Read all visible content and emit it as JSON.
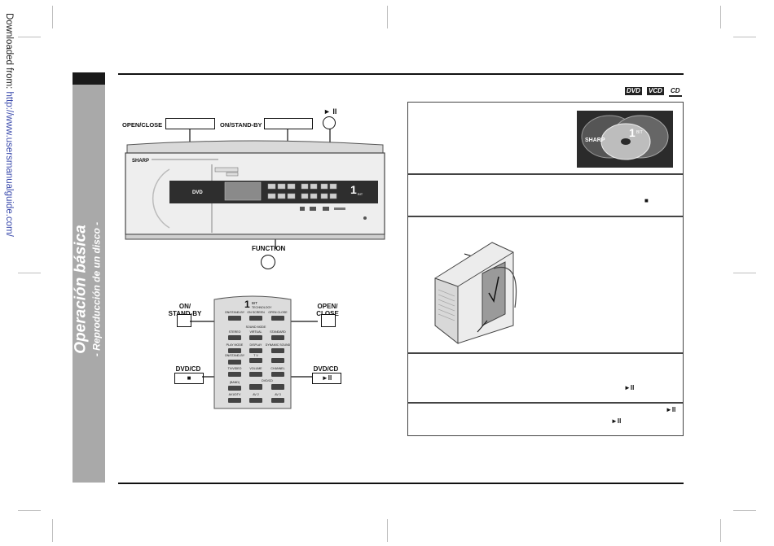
{
  "sidebar": {
    "download_prefix": "Downloaded from: ",
    "download_url": "http://www.usersmanualguide.com/"
  },
  "section": {
    "title": "Operación básica",
    "subtitle": "- Reproducción de un disco -"
  },
  "disc_badges": [
    "DVD",
    "VCD",
    "CD"
  ],
  "front_panel": {
    "open_close_label": "OPEN/CLOSE",
    "on_standby_label": "ON/STAND-BY",
    "play_pause_symbol": "► II",
    "function_label": "FUNCTION",
    "brand": "SHARP",
    "dvd_logo": "DVD"
  },
  "remote": {
    "on_standby_label": "ON/\nSTAND-BY",
    "open_close_label": "OPEN/\nCLOSE",
    "dvd_cd_stop_label": "DVD/CD",
    "dvd_cd_stop_symbol": "■",
    "dvd_cd_play_label": "DVD/CD",
    "dvd_cd_play_symbol": "►II",
    "bit_logo": "BIT",
    "bit_sub": "TECHNOLOGY",
    "row1": [
      "ON/STAND-BY",
      "ON SCREEN",
      "OPEN CLOSE"
    ],
    "sound_mode": "SOUND MODE",
    "row2": [
      "STEREO",
      "VIRTUAL",
      "STANDARD"
    ],
    "row3": [
      "PLAY MODE",
      "DISPLAY",
      "DYNAMIC SOUND"
    ],
    "tv_label": "T V",
    "row4": [
      "ON/STAND-BY"
    ],
    "row5": [
      "TV/VIDEO",
      "VOLUME",
      "CHANNEL"
    ],
    "dvdcd_label": "DVD/CD",
    "row6": [
      "(BAND)"
    ],
    "row7": [
      "AV1/DTV",
      "AV 2",
      "AV 3"
    ]
  },
  "steps": {
    "step1_image_brand": "SHARP",
    "step1_image_bit": "BIT",
    "step2_stop_symbol": "■",
    "step4_play_symbol": "►II",
    "step5_play_symbol_1": "►II",
    "step5_play_symbol_2": "►II"
  }
}
